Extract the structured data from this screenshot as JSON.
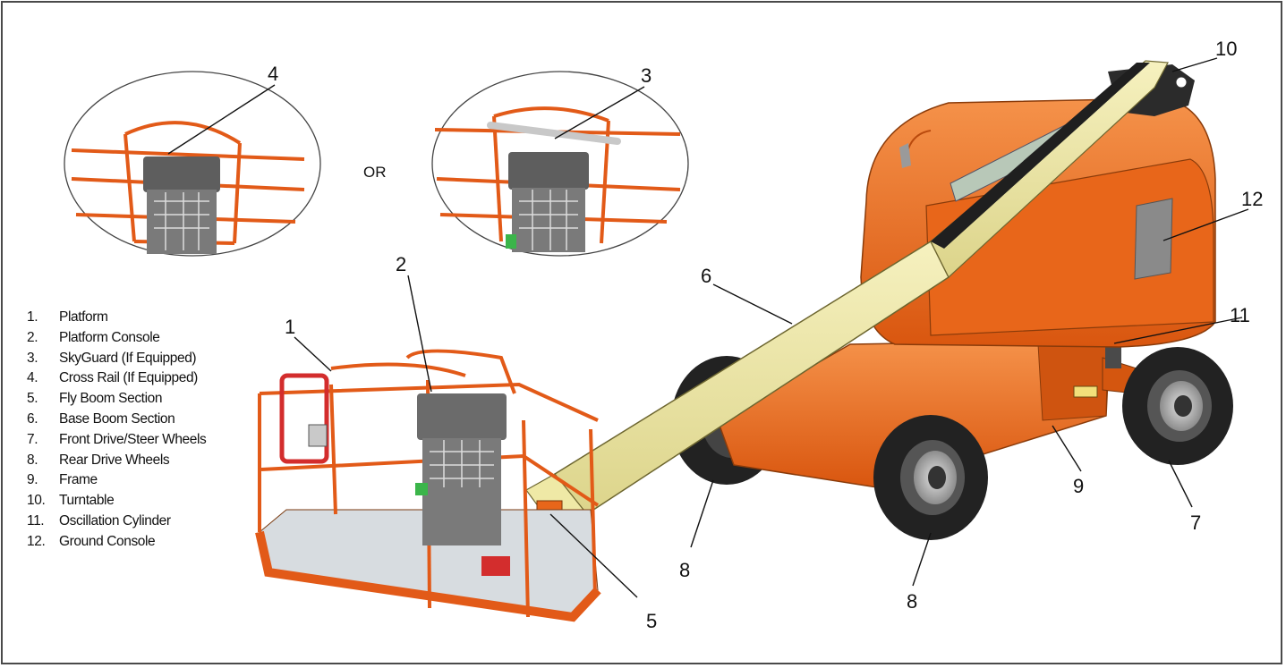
{
  "callouts": {
    "c1": "1",
    "c2": "2",
    "c3": "3",
    "c4": "4",
    "c5": "5",
    "c6": "6",
    "c7": "7",
    "c8a": "8",
    "c8b": "8",
    "c9": "9",
    "c10": "10",
    "c11": "11",
    "c12": "12"
  },
  "or_label": "OR",
  "legend": [
    {
      "num": "1.",
      "label": "Platform"
    },
    {
      "num": "2.",
      "label": "Platform Console"
    },
    {
      "num": "3.",
      "label": "SkyGuard (If Equipped)"
    },
    {
      "num": "4.",
      "label": "Cross Rail (If Equipped)"
    },
    {
      "num": "5.",
      "label": "Fly Boom Section"
    },
    {
      "num": "6.",
      "label": "Base Boom Section"
    },
    {
      "num": "7.",
      "label": "Front Drive/Steer Wheels"
    },
    {
      "num": "8.",
      "label": "Rear Drive Wheels"
    },
    {
      "num": "9.",
      "label": "Frame"
    },
    {
      "num": "10.",
      "label": "Turntable"
    },
    {
      "num": "11.",
      "label": "Oscillation Cylinder"
    },
    {
      "num": "12.",
      "label": "Ground Console"
    }
  ],
  "colors": {
    "machine_orange": "#e8661a",
    "boom_yellow": "#efe9a6",
    "tire_black": "#222222",
    "console_gray": "#6b6b6b"
  }
}
